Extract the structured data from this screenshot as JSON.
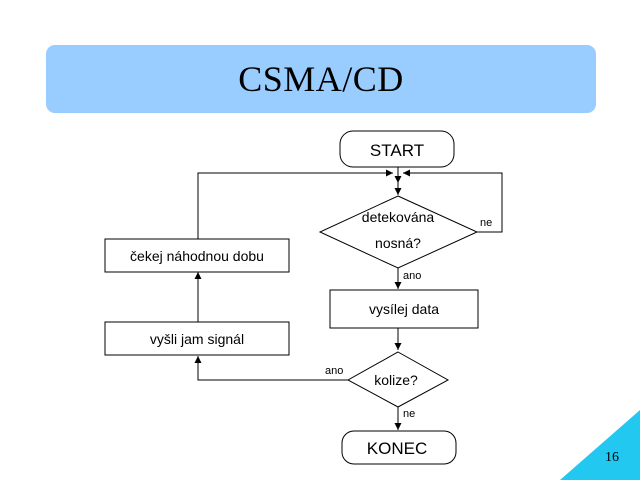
{
  "slide": {
    "title": "CSMA/CD",
    "page_number": "16",
    "accent_color": "#99ccff",
    "corner_color": "#22c8f0"
  },
  "flowchart": {
    "start": "START",
    "end": "KONEC",
    "decision_carrier": {
      "line1": "detekována",
      "line2": "nosná?"
    },
    "process_send": "vysílej data",
    "decision_collision": "kolize?",
    "process_jam": "vyšli jam signál",
    "process_wait": "čekej náhodnou dobu",
    "edge_labels": {
      "carrier_no": "ne",
      "carrier_yes": "ano",
      "collision_yes": "ano",
      "collision_no": "ne"
    }
  }
}
